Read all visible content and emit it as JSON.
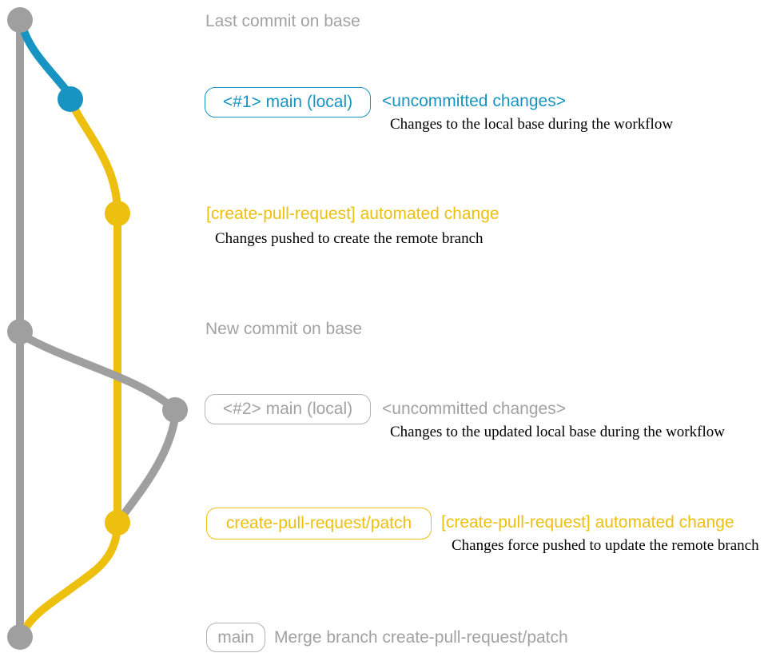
{
  "colors": {
    "gray_line": "#9f9f9f",
    "gray_text": "#a2a2a2",
    "gray_border": "#b3b3b3",
    "blue": "#1794c1",
    "yellow": "#edc00f",
    "black": "#000000"
  },
  "graph": {
    "branch_colors": {
      "base": "#9f9f9f",
      "main_local": "#1794c1",
      "create_pull_request": "#edc00f"
    },
    "commits": [
      {
        "dot_color": "gray",
        "meaning": "Last commit on base"
      },
      {
        "dot_color": "blue",
        "meaning": "<#1> main (local) <uncommitted changes>"
      },
      {
        "dot_color": "yellow",
        "meaning": "[create-pull-request] automated change"
      },
      {
        "dot_color": "gray",
        "meaning": "New commit on base"
      },
      {
        "dot_color": "gray",
        "meaning": "<#2> main (local) <uncommitted changes>"
      },
      {
        "dot_color": "yellow",
        "meaning": "create-pull-request/patch [create-pull-request] automated change"
      },
      {
        "dot_color": "gray",
        "meaning": "Merge branch create-pull-request/patch"
      }
    ]
  },
  "annotations": {
    "last_base": {
      "title": "Last commit on base"
    },
    "main_local_1": {
      "badge": "<#1> main (local)",
      "title": "<uncommitted changes>",
      "desc": "Changes to the local base during the workflow"
    },
    "auto_change_1": {
      "title": "[create-pull-request] automated change",
      "desc": "Changes pushed to create the remote branch"
    },
    "new_base": {
      "title": "New commit on base"
    },
    "main_local_2": {
      "badge": "<#2> main (local)",
      "title": "<uncommitted changes>",
      "desc": "Changes to the updated local base during the workflow"
    },
    "auto_change_2": {
      "badge": "create-pull-request/patch",
      "title": "[create-pull-request] automated change",
      "desc": "Changes force pushed to update the remote branch"
    },
    "merge": {
      "badge": "main",
      "title": "Merge branch create-pull-request/patch"
    }
  }
}
